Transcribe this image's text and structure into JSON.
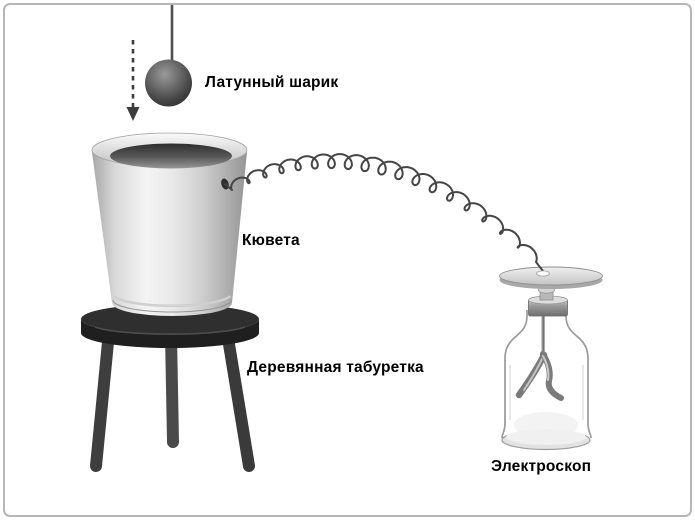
{
  "figure": {
    "labels": {
      "brass_ball": "Латунный шарик",
      "cuvette": "Кювета",
      "stool": "Деревянная табуретка",
      "electroscope": "Электроскоп"
    },
    "colors": {
      "ink": "#000000",
      "frame_border": "#b6b6b6",
      "wire": "#454545",
      "metal_highlight": "#f4f4f4",
      "metal_shadow": "#989898",
      "stool_dark": "#2a2a2a"
    }
  }
}
